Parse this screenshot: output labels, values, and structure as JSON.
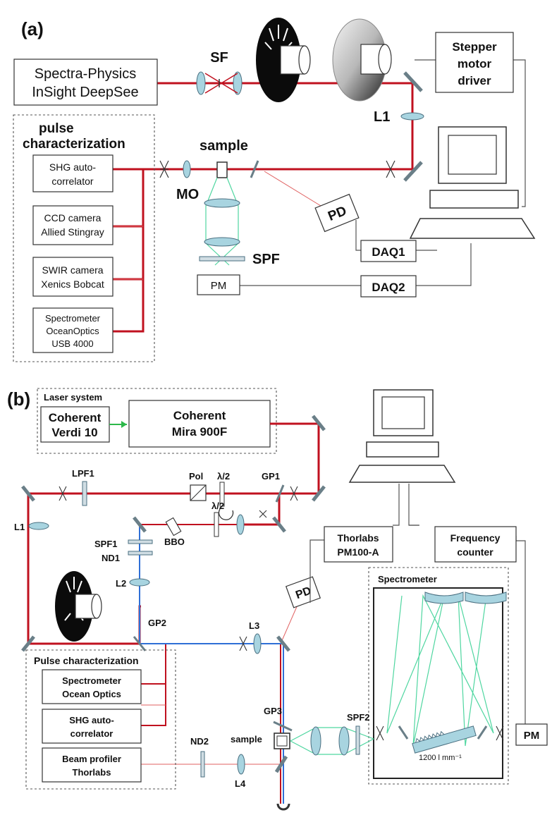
{
  "panel_a": {
    "label": "(a)",
    "laser": [
      "Spectra-Physics",
      "InSight DeepSee"
    ],
    "sf": "SF",
    "stepper": [
      "Stepper",
      "motor",
      "driver"
    ],
    "l1": "L1",
    "pulse_title": [
      "pulse",
      "characterization"
    ],
    "sample": "sample",
    "shg": [
      "SHG auto-",
      "correlator"
    ],
    "ccd": [
      "CCD camera",
      "Allied Stingray"
    ],
    "swir": [
      "SWIR camera",
      "Xenics Bobcat"
    ],
    "spectrometer": [
      "Spectrometer",
      "OceanOptics",
      "USB 4000"
    ],
    "mo": "MO",
    "pd": "PD",
    "spf": "SPF",
    "pm": "PM",
    "daq1": "DAQ1",
    "daq2": "DAQ2"
  },
  "panel_b": {
    "label": "(b)",
    "laser_system": "Laser system",
    "verdi": [
      "Coherent",
      "Verdi 10"
    ],
    "mira": [
      "Coherent",
      "Mira 900F"
    ],
    "lpf1": "LPF1",
    "pol": "Pol",
    "half_wave_1": "λ/2",
    "gp1": "GP1",
    "l1": "L1",
    "half_wave_2": "λ/2",
    "spf1": "SPF1",
    "bbo": "BBO",
    "nd1": "ND1",
    "l2": "L2",
    "gp2": "GP2",
    "l3": "L3",
    "pd": "PD",
    "thorlabs_pm": [
      "Thorlabs",
      "PM100-A"
    ],
    "freq_counter": [
      "Frequency",
      "counter"
    ],
    "spectrometer_title": "Spectrometer",
    "grating": "1200 l mm⁻¹",
    "pm": "PM",
    "pulse_title": "Pulse characterization",
    "spec_oo": [
      "Spectrometer",
      "Ocean Optics"
    ],
    "shg": [
      "SHG auto-",
      "correlator"
    ],
    "beam_profiler": [
      "Beam profiler",
      "Thorlabs"
    ],
    "gp3": "GP3",
    "sample": "sample",
    "spf2": "SPF2",
    "nd2": "ND2",
    "l4": "L4"
  }
}
